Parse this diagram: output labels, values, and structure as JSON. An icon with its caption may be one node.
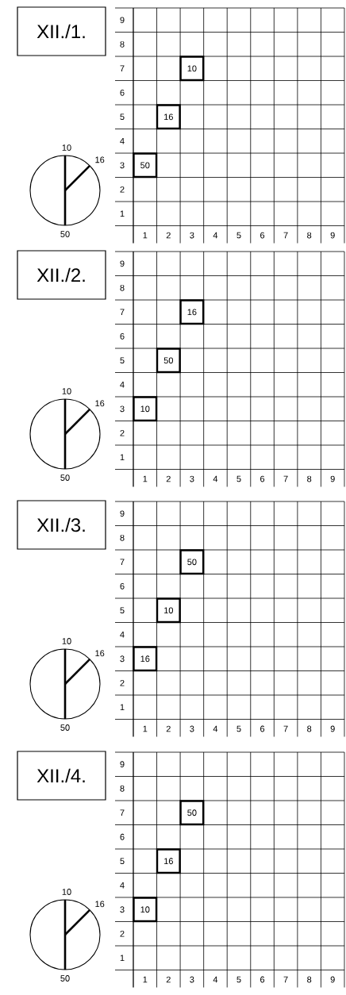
{
  "diagram": {
    "nodes": [
      {
        "text": [
          "XII./1."
        ]
      },
      {
        "text": [
          "10"
        ]
      },
      {
        "text": [
          "16"
        ]
      },
      {
        "text": [
          "50"
        ]
      },
      {
        "text": [],
        "shape": "circle",
        "beside": [
          "10",
          "16",
          "50"
        ]
      },
      {
        "text": [
          "XII./2."
        ]
      },
      {
        "text": [
          "16"
        ]
      },
      {
        "text": [
          "50"
        ]
      },
      {
        "text": [
          "10"
        ]
      },
      {
        "text": [],
        "shape": "circle",
        "beside": [
          "10",
          "16",
          "50"
        ]
      },
      {
        "text": [
          "XII./3."
        ]
      },
      {
        "text": [
          "50"
        ]
      },
      {
        "text": [
          "10"
        ]
      },
      {
        "text": [
          "16"
        ]
      },
      {
        "text": [],
        "shape": "circle",
        "beside": [
          "10",
          "16",
          "50"
        ]
      },
      {
        "text": [
          "XII./4."
        ]
      },
      {
        "text": [
          "50"
        ]
      },
      {
        "text": [
          "16"
        ]
      },
      {
        "text": [
          "10"
        ]
      },
      {
        "text": [],
        "shape": "circle",
        "beside": [
          "10",
          "16",
          "50"
        ]
      }
    ],
    "labels": [
      "9",
      "8",
      "7",
      "6",
      "5",
      "4",
      "3",
      "2",
      "1",
      "1",
      "2",
      "3",
      "4",
      "5",
      "6",
      "7",
      "8",
      "9",
      "9",
      "8",
      "7",
      "6",
      "5",
      "4",
      "3",
      "2",
      "1",
      "1",
      "2",
      "3",
      "4",
      "5",
      "6",
      "7",
      "8",
      "9",
      "9",
      "8",
      "7",
      "6",
      "5",
      "4",
      "3",
      "2",
      "1",
      "1",
      "2",
      "3",
      "4",
      "5",
      "6",
      "7",
      "8",
      "9",
      "9",
      "8",
      "7",
      "6",
      "5",
      "4",
      "3",
      "2",
      "1",
      "1",
      "2",
      "3",
      "4",
      "5",
      "6",
      "7",
      "8",
      "9"
    ]
  }
}
